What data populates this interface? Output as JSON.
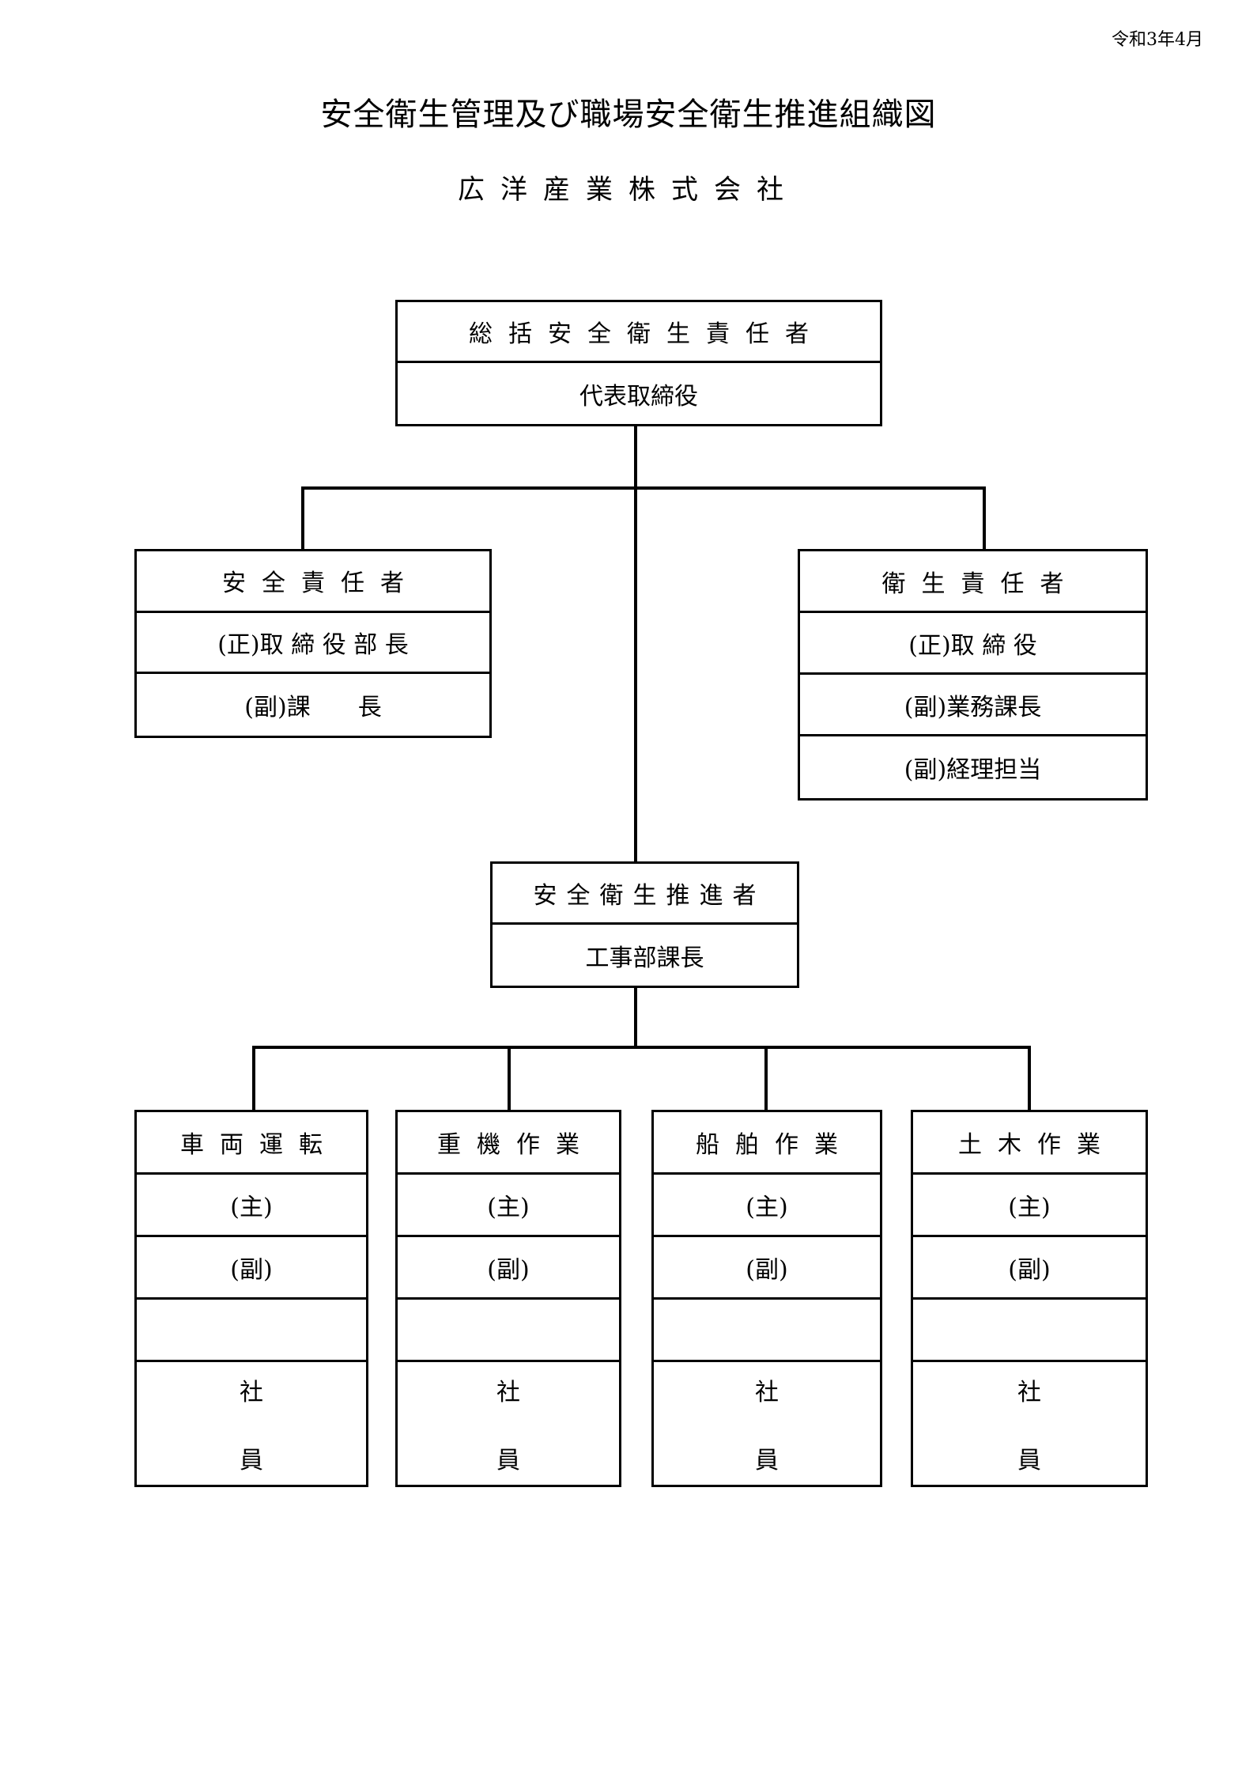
{
  "date": "令和3年4月",
  "title": "安全衛生管理及び職場安全衛生推進組織図",
  "company": "広洋産業株式会社",
  "top": {
    "role": "総括安全衛生責任者",
    "person": "代表取締役"
  },
  "safety": {
    "role": "安全責任者",
    "rows": [
      "(正)取 締 役 部 長",
      "(副)課　　長"
    ]
  },
  "hygiene": {
    "role": "衛生責任者",
    "rows": [
      "(正)取 締 役",
      "(副)業務課長",
      "(副)経理担当"
    ]
  },
  "promoter": {
    "role": "安全衛生推進者",
    "person": "工事部課長"
  },
  "teams": [
    {
      "name": "車両運転",
      "main": "(主)",
      "sub": "(副)",
      "blank": "",
      "staff1": "社",
      "staff2": "員"
    },
    {
      "name": "重機作業",
      "main": "(主)",
      "sub": "(副)",
      "blank": "",
      "staff1": "社",
      "staff2": "員"
    },
    {
      "name": "船舶作業",
      "main": "(主)",
      "sub": "(副)",
      "blank": "",
      "staff1": "社",
      "staff2": "員"
    },
    {
      "name": "土木作業",
      "main": "(主)",
      "sub": "(副)",
      "blank": "",
      "staff1": "社",
      "staff2": "員"
    }
  ]
}
